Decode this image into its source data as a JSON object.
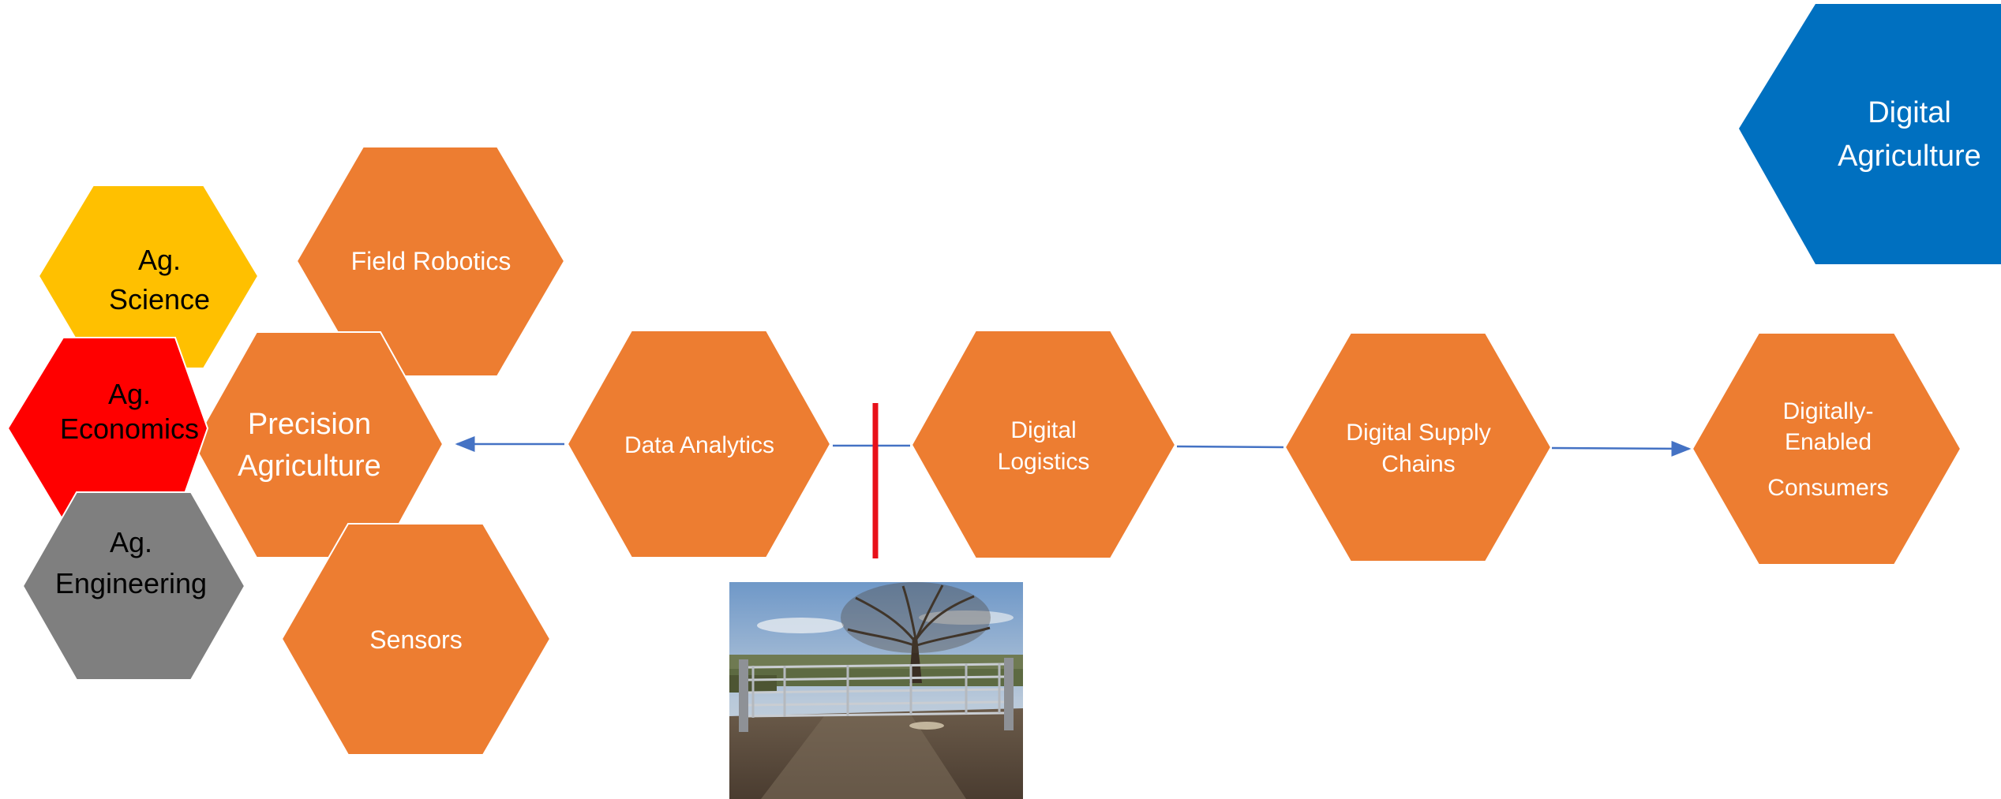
{
  "colors": {
    "orange": "#ED7D31",
    "yellow": "#FFC000",
    "red": "#FF0000",
    "gray": "#7F7F7F",
    "blue": "#0070C0",
    "arrow": "#4472C4",
    "barrier": "#E8101A",
    "white": "#FFFFFF",
    "black": "#000000"
  },
  "hexagons": {
    "digital_agriculture": {
      "line1": "Digital",
      "line2": "Agriculture"
    },
    "field_robotics": {
      "label": "Field Robotics"
    },
    "ag_science": {
      "line1": "Ag.",
      "line2": "Science"
    },
    "precision_agriculture": {
      "line1": "Precision",
      "line2": "Agriculture"
    },
    "ag_economics": {
      "line1": "Ag.",
      "line2": "Economics"
    },
    "ag_engineering": {
      "line1": "Ag.",
      "line2": "Engineering"
    },
    "sensors": {
      "label": "Sensors"
    },
    "data_analytics": {
      "label": "Data Analytics"
    },
    "digital_logistics": {
      "line1": "Digital",
      "line2": "Logistics"
    },
    "digital_supply_chains": {
      "line1": "Digital Supply",
      "line2": "Chains"
    },
    "digitally_enabled_consumers": {
      "line1": "Digitally-",
      "line2": "Enabled",
      "line3": "Consumers"
    }
  },
  "photo": {
    "subject": "farm-gate-photo"
  }
}
